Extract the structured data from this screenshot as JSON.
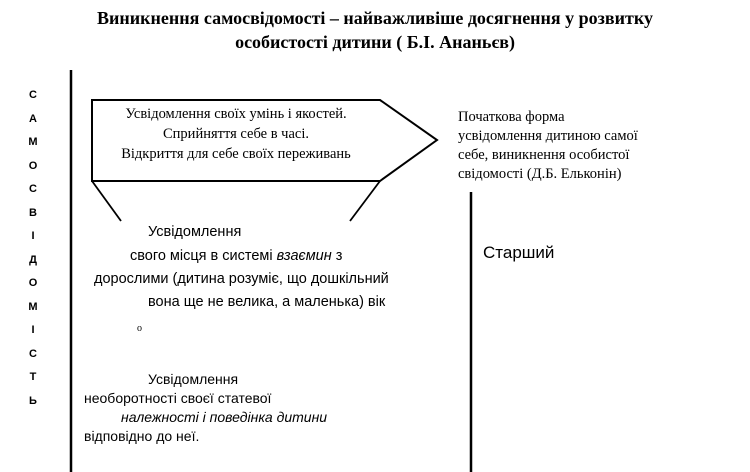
{
  "title": {
    "line1": "Виникнення самосвідомості – найважливіше досягнення у розвитку",
    "line2": "особистості дитини ( Б.І. Ананьєв)"
  },
  "vertical_word": [
    "С",
    "А",
    "М",
    "О",
    "С",
    "В",
    "І",
    "Д",
    "О",
    "М",
    "І",
    "С",
    "Т",
    "Ь"
  ],
  "arrow_box": {
    "line1": "Усвідомлення своїх умінь і якостей.",
    "line2": "Сприйняття себе в часі.",
    "line3": "Відкриття для себе своїх переживань"
  },
  "initial_form": {
    "line1": "Початкова форма",
    "line2": "усвідомлення дитиною самої",
    "line3": "себе, виникнення особистої",
    "line4": "свідомості (Д.Б. Ельконін)"
  },
  "stage_label": "Старший",
  "awareness_place": {
    "line1": "Усвідомлення",
    "line2_prefix": "свого місця в системі ",
    "line2_italic": "взаємин",
    "line2_suffix": " з",
    "line3": "дорослими (дитина розуміє, що дошкільний",
    "line4": "вона ще не велика, а маленька) вік"
  },
  "dot_mark": "o",
  "awareness_gender": {
    "line1": "Усвідомлення",
    "line2": "необоротності своєї статевої",
    "line3": "належності і поведінка дитини",
    "line4": "відповідно до неї."
  }
}
